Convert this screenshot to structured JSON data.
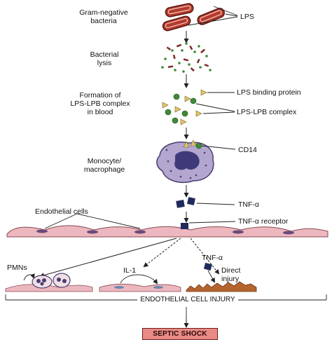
{
  "steps": {
    "gram_negative": "Gram-negative\nbacteria",
    "lysis": "Bacterial\nlysis",
    "complex_formation": "Formation of\nLPS-LPB complex\nin blood",
    "monocyte": "Monocyte/\nmacrophage"
  },
  "labels": {
    "lps": "LPS",
    "lps_binding_protein": "LPS binding protein",
    "lps_lpb_complex": "LPS-LPB complex",
    "cd14": "CD14",
    "tnf_alpha": "TNF-α",
    "endothelial_cells": "Endothelial cells",
    "tnf_alpha_receptor": "TNF-α receptor",
    "pmns": "PMNs",
    "il1": "IL-1",
    "tnf_alpha_small": "TNF-α",
    "direct_injury": "Direct\ninjury",
    "endothelial_cell_injury": "ENDOTHELIAL CELL INJURY",
    "septic_shock": "SEPTIC SHOCK"
  },
  "colors": {
    "bacteria": "#b43a2e",
    "green_dot": "#3e8a35",
    "lpb_triangle": "#e0c46a",
    "macrophage": "#b3a6cf",
    "nucleus": "#3e3a7a",
    "tnf": "#1f2a5a",
    "endothelium": "#ecb7be",
    "injury": "#b5642f",
    "shock_box": "#e98a84"
  }
}
